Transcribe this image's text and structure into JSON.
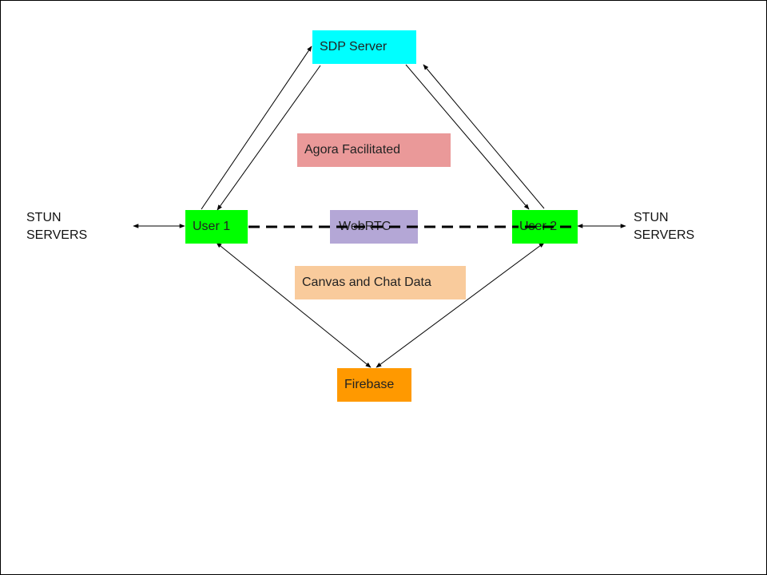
{
  "diagram": {
    "nodes": {
      "sdp": {
        "label": "SDP Server",
        "color": "#00ffff"
      },
      "agora": {
        "label": "Agora Facilitated",
        "color": "#ea9999"
      },
      "user1": {
        "label": "User 1",
        "color": "#00ff00"
      },
      "webrtc": {
        "label": "WebRTC",
        "color": "#b4a7d6"
      },
      "user2": {
        "label": "User 2",
        "color": "#00ff00"
      },
      "canvas": {
        "label": "Canvas and Chat Data",
        "color": "#f9cb9c"
      },
      "firebase": {
        "label": "Firebase",
        "color": "#ff9900"
      }
    },
    "stun_left": {
      "line1": "STUN",
      "line2": "SERVERS"
    },
    "stun_right": {
      "line1": "STUN",
      "line2": "SERVERS"
    },
    "edges": [
      {
        "from": "user1",
        "to": "sdp",
        "arrow": "forward"
      },
      {
        "from": "sdp",
        "to": "user1",
        "arrow": "forward"
      },
      {
        "from": "sdp",
        "to": "user2",
        "arrow": "forward"
      },
      {
        "from": "user2",
        "to": "sdp",
        "arrow": "forward"
      },
      {
        "from": "user1",
        "to": "user2",
        "style": "dashed"
      },
      {
        "from": "stun_left",
        "to": "user1",
        "arrow": "both"
      },
      {
        "from": "user2",
        "to": "stun_right",
        "arrow": "both"
      },
      {
        "from": "user1",
        "to": "firebase",
        "arrow": "both"
      },
      {
        "from": "user2",
        "to": "firebase",
        "arrow": "both"
      }
    ]
  }
}
